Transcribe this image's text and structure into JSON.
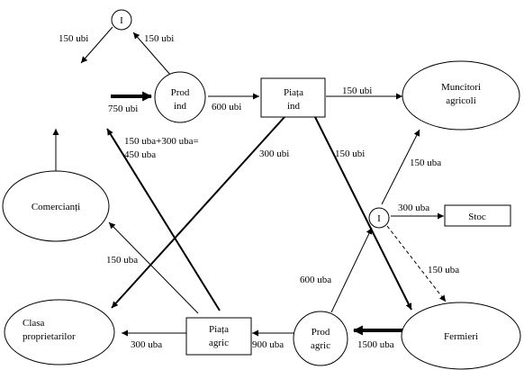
{
  "nodes": {
    "top_i": "I",
    "prod_ind": [
      "Prod",
      "ind"
    ],
    "piata_ind": [
      "Piața",
      "ind"
    ],
    "muncitori_agricoli": [
      "Muncitori",
      "agricoli"
    ],
    "comercianti": "Comercianți",
    "mid_i": "I",
    "stoc": "Stoc",
    "clasa_proprietarilor": [
      "Clasa",
      "proprietarilor"
    ],
    "piata_agric": [
      "Piața",
      "agric"
    ],
    "prod_agric": [
      "Prod",
      "agric"
    ],
    "fermieri": "Fermieri"
  },
  "flows": {
    "top_i_left": "150 ubi",
    "prod_ind_to_top_i": "150 ubi",
    "input_to_prod_ind": "750 ubi",
    "prod_ind_to_piata_ind": "600 ubi",
    "piata_ind_to_muncitori": "150 ubi",
    "piata_ind_to_clasa": "300 ubi",
    "piata_ind_to_fermieri": "150 ubi",
    "piata_agric_to_prod_ind": [
      "150 uba+300 uba=",
      "450 uba"
    ],
    "piata_agric_to_comercianti": "150 uba",
    "mid_i_to_muncitori": "150 uba",
    "mid_i_to_stoc": "300 uba",
    "mid_i_to_fermieri": "150 uba",
    "prod_agric_to_mid_i": "600 uba",
    "piata_agric_to_clasa": "300 uba",
    "prod_agric_to_piata_agric": "900 uba",
    "fermieri_to_prod_agric": "1500 uba"
  },
  "colors": {
    "line": "#000000",
    "background": "#ffffff"
  }
}
